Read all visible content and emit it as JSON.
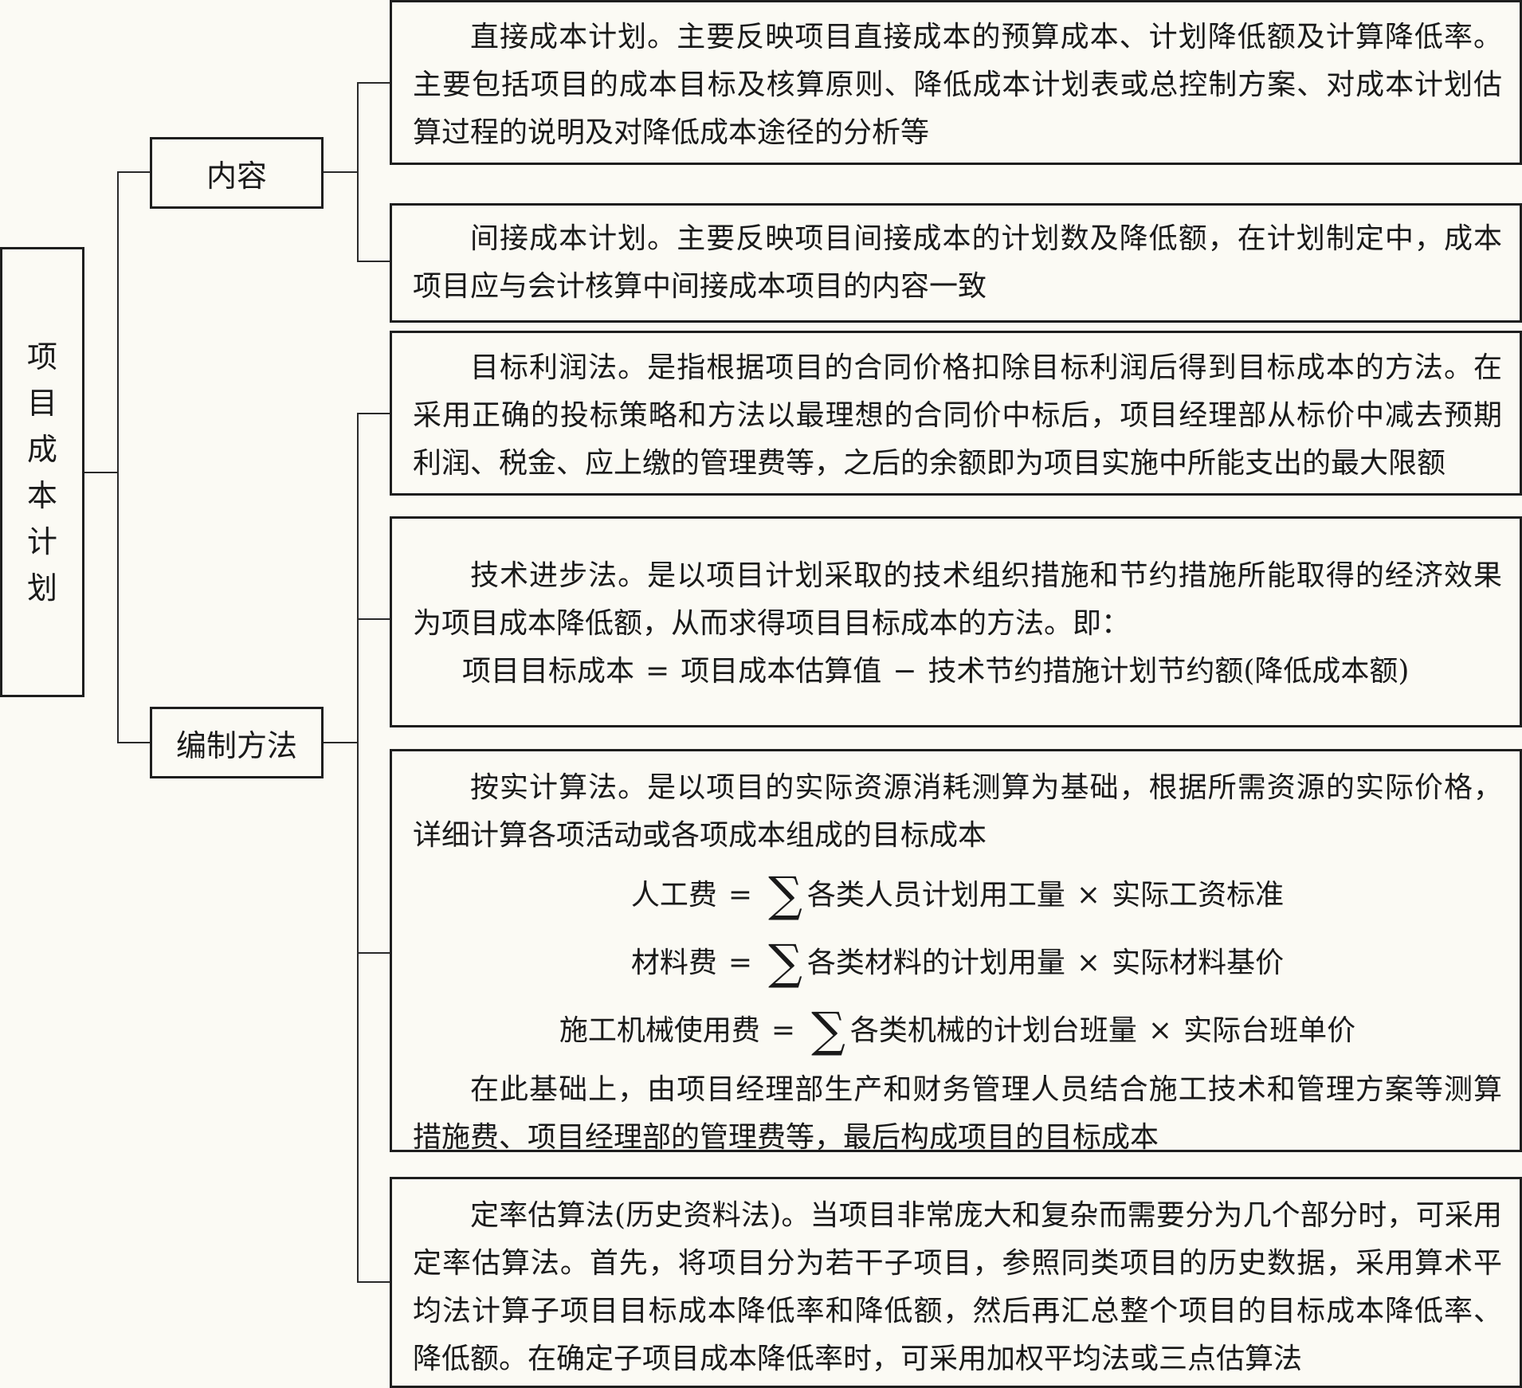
{
  "root": {
    "title_chars": [
      "项",
      "目",
      "成",
      "本",
      "计",
      "划"
    ]
  },
  "branches": {
    "content": {
      "label": "内容",
      "items": {
        "direct": "直接成本计划。主要反映项目直接成本的预算成本、计划降低额及计算降低率。主要包括项目的成本目标及核算原则、降低成本计划表或总控制方案、对成本计划估算过程的说明及对降低成本途径的分析等",
        "indirect": "间接成本计划。主要反映项目间接成本的计划数及降低额，在计划制定中，成本项目应与会计核算中间接成本项目的内容一致"
      }
    },
    "methods": {
      "label": "编制方法",
      "items": {
        "target_profit": "目标利润法。是指根据项目的合同价格扣除目标利润后得到目标成本的方法。在采用正确的投标策略和方法以最理想的合同价中标后，项目经理部从标价中减去预期利润、税金、应上缴的管理费等，之后的余额即为项目实施中所能支出的最大限额",
        "tech_progress": {
          "text": "技术进步法。是以项目计划采取的技术组织措施和节约措施所能取得的经济效果为项目成本降低额，从而求得项目目标成本的方法。即：",
          "formula": {
            "lhs": "项目目标成本",
            "eq": "=",
            "rhs1": "项目成本估算值",
            "minus": "−",
            "rhs2": "技术节约措施计划节约额(降低成本额)"
          }
        },
        "actual_calc": {
          "text": "按实计算法。是以项目的实际资源消耗测算为基础，根据所需资源的实际价格，详细计算各项活动或各项成本组成的目标成本",
          "sigma": "∑",
          "eq": "=",
          "times": "×",
          "formulas": {
            "labor": {
              "lhs": "人工费",
              "a": "各类人员计划用工量",
              "b": "实际工资标准"
            },
            "material": {
              "lhs": "材料费",
              "a": "各类材料的计划用量",
              "b": "实际材料基价"
            },
            "machine": {
              "lhs": "施工机械使用费",
              "a": "各类机械的计划台班量",
              "b": "实际台班单价"
            }
          },
          "followup": "在此基础上，由项目经理部生产和财务管理人员结合施工技术和管理方案等测算措施费、项目经理部的管理费等，最后构成项目的目标成本"
        },
        "fixed_rate": "定率估算法(历史资料法)。当项目非常庞大和复杂而需要分为几个部分时，可采用定率估算法。首先，将项目分为若干子项目，参照同类项目的历史数据，采用算术平均法计算子项目目标成本降低率和降低额，然后再汇总整个项目的目标成本降低率、降低额。在确定子项目成本降低率时，可采用加权平均法或三点估算法"
      }
    }
  }
}
